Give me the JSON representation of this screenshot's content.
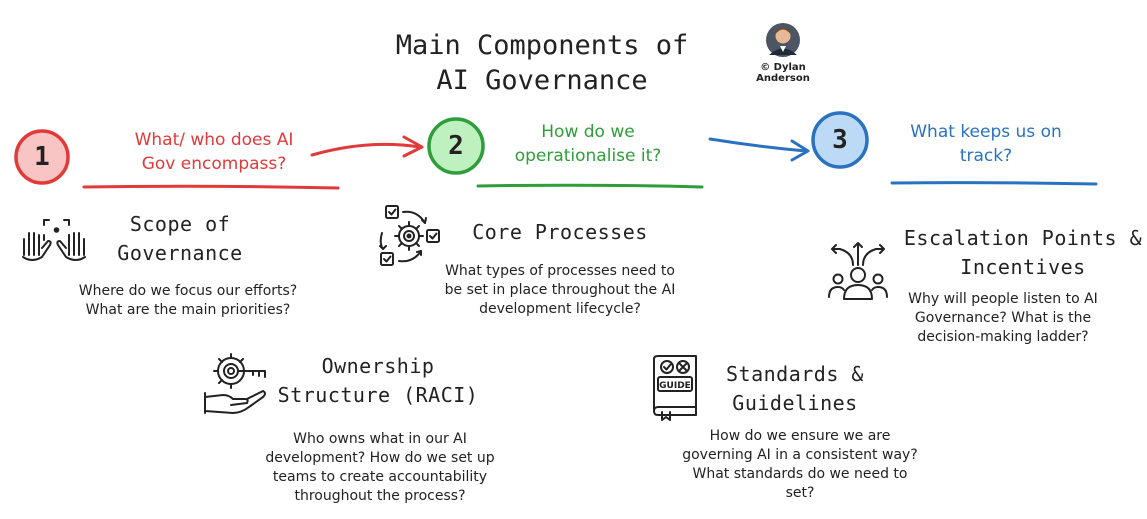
{
  "title": {
    "line1": "Main Components of",
    "line2": "AI Governance"
  },
  "author": {
    "line1": "© Dylan",
    "line2": "Anderson"
  },
  "colors": {
    "step1": "#e03a3a",
    "step2": "#2e9e3a",
    "step3": "#2a72c0",
    "step1_fill": "#f9c4c4",
    "step2_fill": "#bff0bf",
    "step3_fill": "#bcd9f5"
  },
  "steps": [
    {
      "num": "1",
      "line1": "What/ who does AI",
      "line2": "Gov encompass?"
    },
    {
      "num": "2",
      "line1": "How do we",
      "line2": "operationalise it?"
    },
    {
      "num": "3",
      "line1": "What keeps us on",
      "line2": "track?"
    }
  ],
  "components": {
    "scope": {
      "icon": "hands-frame-icon",
      "h1": "Scope of",
      "h2": "Governance",
      "d": [
        "Where do we focus our efforts?",
        "What are the main priorities?"
      ]
    },
    "processes": {
      "icon": "cycle-gear-icon",
      "h1": "Core Processes",
      "d": [
        "What types of processes need to",
        "be set in place throughout the AI",
        "development lifecycle?"
      ]
    },
    "escalation": {
      "icon": "person-arrows-icon",
      "h1": "Escalation Points &",
      "h2": "Incentives",
      "d": [
        "Why will people listen to AI",
        "Governance? What is the",
        "decision-making ladder?"
      ]
    },
    "ownership": {
      "icon": "gear-key-hand-icon",
      "h1": "Ownership",
      "h2": "Structure (RACI)",
      "d": [
        "Who owns what in our AI",
        "development? How do we set up",
        "teams to create accountability",
        "throughout the process?"
      ]
    },
    "standards": {
      "icon": "guide-book-icon",
      "guide_label": "GUIDE",
      "h1": "Standards &",
      "h2": "Guidelines",
      "d": [
        "How do we ensure we are",
        "governing AI in a consistent way?",
        "What standards do we need to",
        "set?"
      ]
    }
  }
}
